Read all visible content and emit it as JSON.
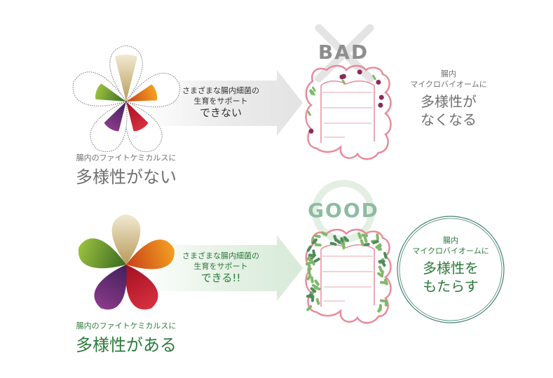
{
  "bad": {
    "label": "BAD",
    "arrow_line1": "さまざまな腸内細菌の",
    "arrow_line2": "生育をサポート",
    "arrow_result": "できない",
    "caption_small": "腸内のファイトケミカルスに",
    "caption_big": "多様性がない",
    "result_small1": "腸内",
    "result_small2": "マイクロバイオームに",
    "result_big1": "多様性が",
    "result_big2": "なくなる"
  },
  "good": {
    "label": "GOOD",
    "arrow_line1": "さまざまな腸内細菌の",
    "arrow_line2": "生育をサポート",
    "arrow_result": "できる!!",
    "caption_small": "腸内のファイトケミカルスに",
    "caption_big": "多様性がある",
    "result_small1": "腸内",
    "result_small2": "マイクロバイオームに",
    "result_big1": "多様性を",
    "result_big2": "もたらす"
  },
  "colors": {
    "gray_text": "#6f6f6f",
    "green_text": "#2c7a3c",
    "intestine": "#e98b9b",
    "good_bacteria": "#7fb86a",
    "bad_bacteria": "#8a2a5a"
  }
}
